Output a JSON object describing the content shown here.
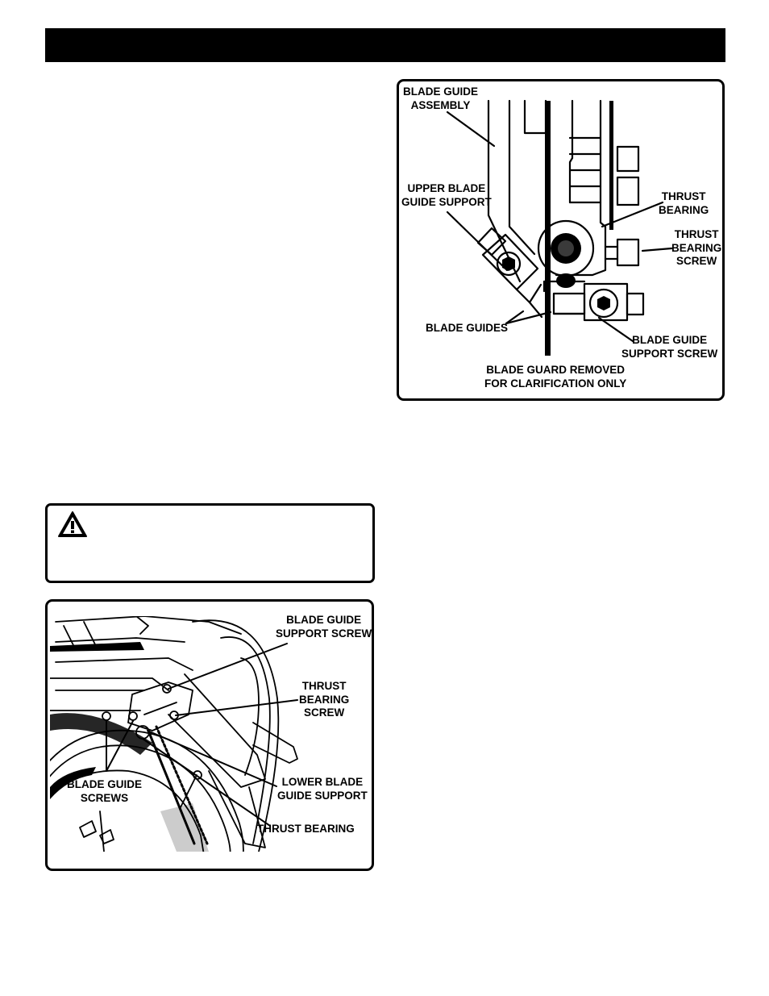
{
  "header": {
    "title": ""
  },
  "warning": {
    "title": ""
  },
  "figure_top": {
    "labels": {
      "blade_guide_assembly": [
        "BLADE GUIDE",
        "ASSEMBLY"
      ],
      "upper_blade_guide_support": [
        "UPPER BLADE",
        "GUIDE SUPPORT"
      ],
      "thrust_bearing": [
        "THRUST",
        "BEARING"
      ],
      "thrust_bearing_screw": [
        "THRUST",
        "BEARING",
        "SCREW"
      ],
      "blade_guides": [
        "BLADE GUIDES"
      ],
      "blade_guide_support_screw": [
        "BLADE GUIDE",
        "SUPPORT SCREW"
      ],
      "blade_guard_removed": [
        "BLADE GUARD REMOVED",
        "FOR CLARIFICATION ONLY"
      ]
    }
  },
  "figure_bottom": {
    "labels": {
      "blade_guide_support_screw": [
        "BLADE GUIDE",
        "SUPPORT SCREW"
      ],
      "thrust_bearing_screw": [
        "THRUST",
        "BEARING",
        "SCREW"
      ],
      "blade_guide_screws": [
        "BLADE GUIDE",
        "SCREWS"
      ],
      "lower_blade_guide_support": [
        "LOWER BLADE",
        "GUIDE SUPPORT"
      ],
      "thrust_bearing": [
        "THRUST BEARING"
      ]
    }
  },
  "icons": {
    "warning": "warning-triangle-icon"
  }
}
